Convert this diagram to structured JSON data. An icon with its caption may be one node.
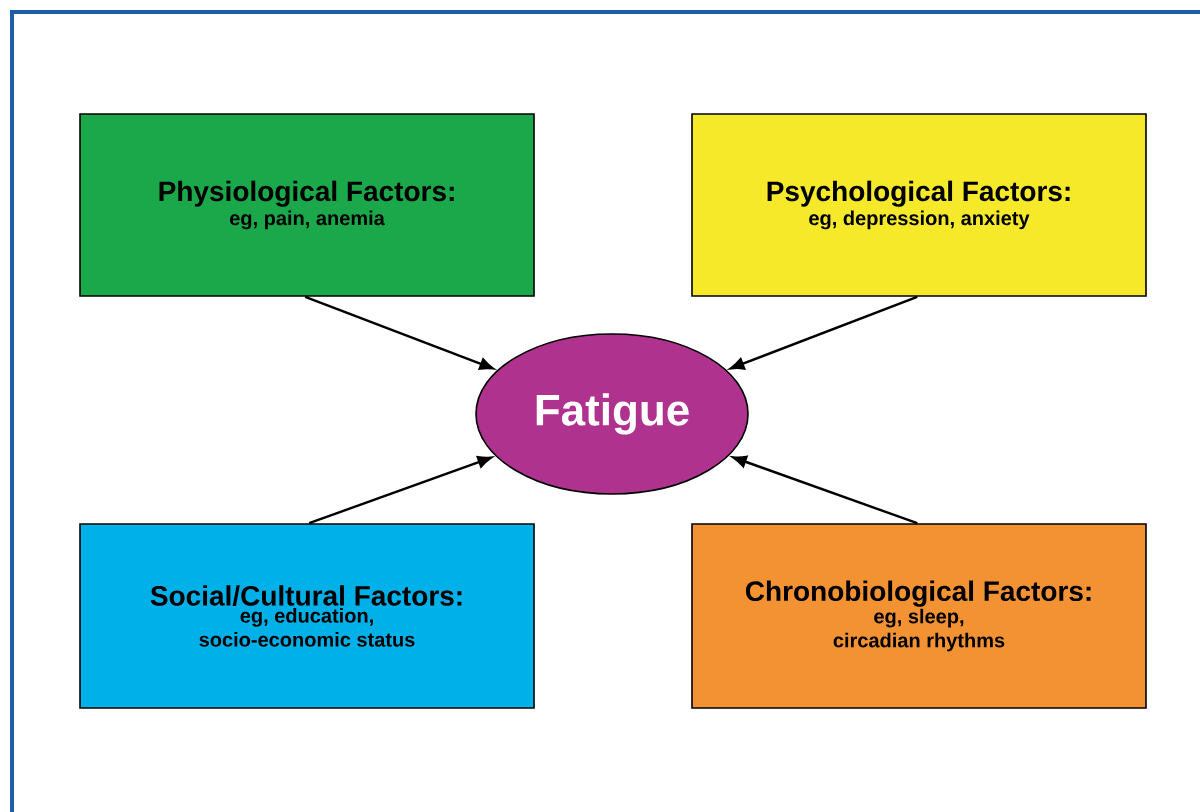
{
  "diagram": {
    "nodes": [
      {
        "text": [
          "Physiological Factors:",
          "eg, pain, anemia"
        ]
      },
      {
        "text": [
          "Psychological Factors:",
          "eg, depression, anxiety"
        ]
      },
      {
        "text": [
          "Fatigue"
        ]
      },
      {
        "text": [
          "Social/Cultural Factors:",
          "eg, education, socio-economic status"
        ]
      },
      {
        "text": [
          "Chronobiological Factors:",
          "eg, sleep, circadian rhythms"
        ]
      }
    ],
    "edges": [
      {
        "from": 0,
        "to": 2,
        "arrow": "to"
      },
      {
        "from": 1,
        "to": 2,
        "arrow": "to"
      },
      {
        "from": 3,
        "to": 2,
        "arrow": "to"
      },
      {
        "from": 4,
        "to": 2,
        "arrow": "to"
      }
    ]
  }
}
